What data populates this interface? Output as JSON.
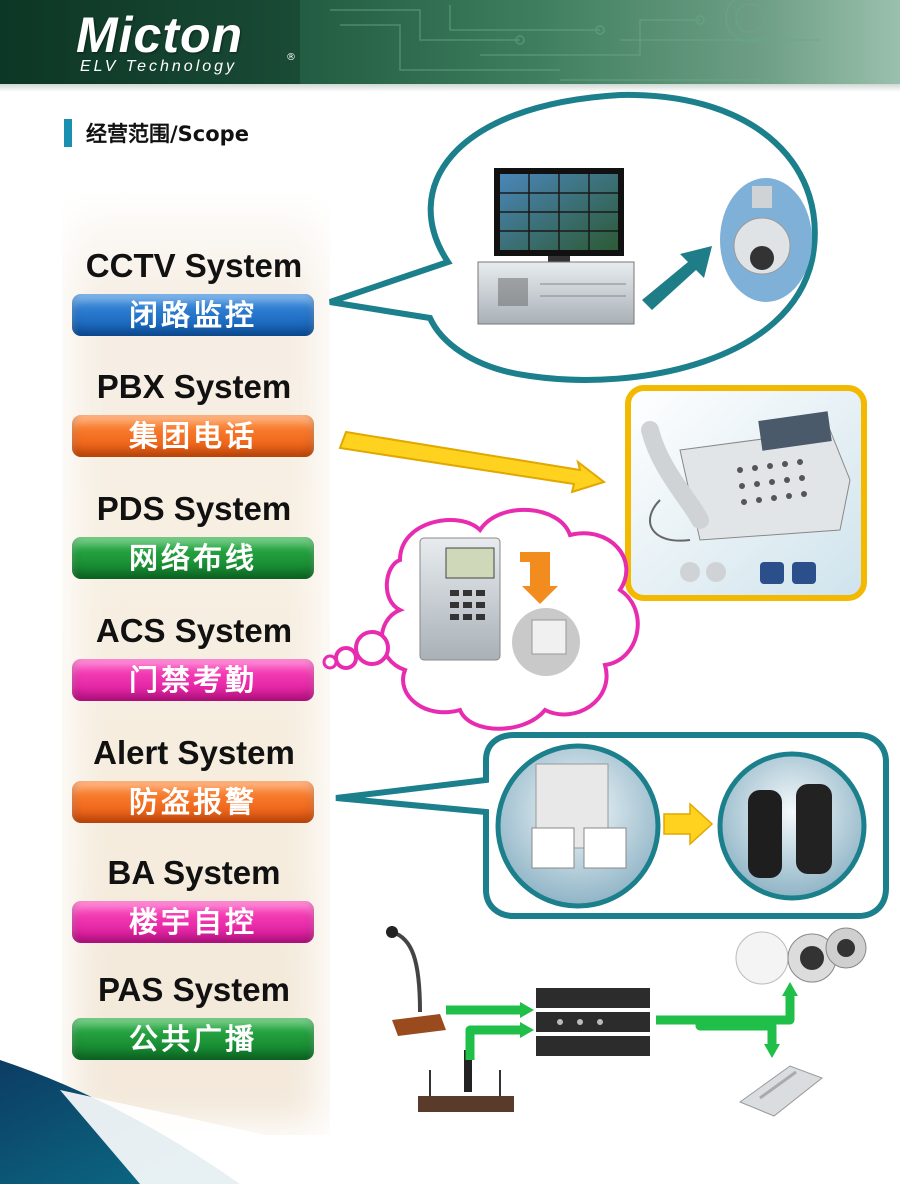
{
  "brand": {
    "name": "Micton",
    "tagline": "ELV Technology",
    "registered": "®"
  },
  "section": {
    "title": "经营范围/Scope",
    "accent_color": "#1b8fb0"
  },
  "systems": [
    {
      "en": "CCTV System",
      "cn": "闭路监控",
      "color": "#0f5cb4"
    },
    {
      "en": "PBX System",
      "cn": "集团电话",
      "color": "#e9560d"
    },
    {
      "en": "PDS System",
      "cn": "网络布线",
      "color": "#0f7c2a"
    },
    {
      "en": "ACS System",
      "cn": "门禁考勤",
      "color": "#d9149a"
    },
    {
      "en": "Alert System",
      "cn": "防盗报警",
      "color": "#e9560d"
    },
    {
      "en": "BA System",
      "cn": "楼宇自控",
      "color": "#d9149a"
    },
    {
      "en": "PAS System",
      "cn": "公共广播",
      "color": "#0f7c2a"
    }
  ],
  "icons": [
    "cctv-monitor-icon",
    "dome-camera-icon",
    "telephone-icon",
    "access-terminal-icon",
    "door-lock-icon",
    "alarm-panel-icon",
    "beam-detector-icon",
    "microphone-icon",
    "amplifier-icon",
    "ceiling-speaker-icon",
    "wall-speaker-icon",
    "wireless-mic-icon"
  ]
}
